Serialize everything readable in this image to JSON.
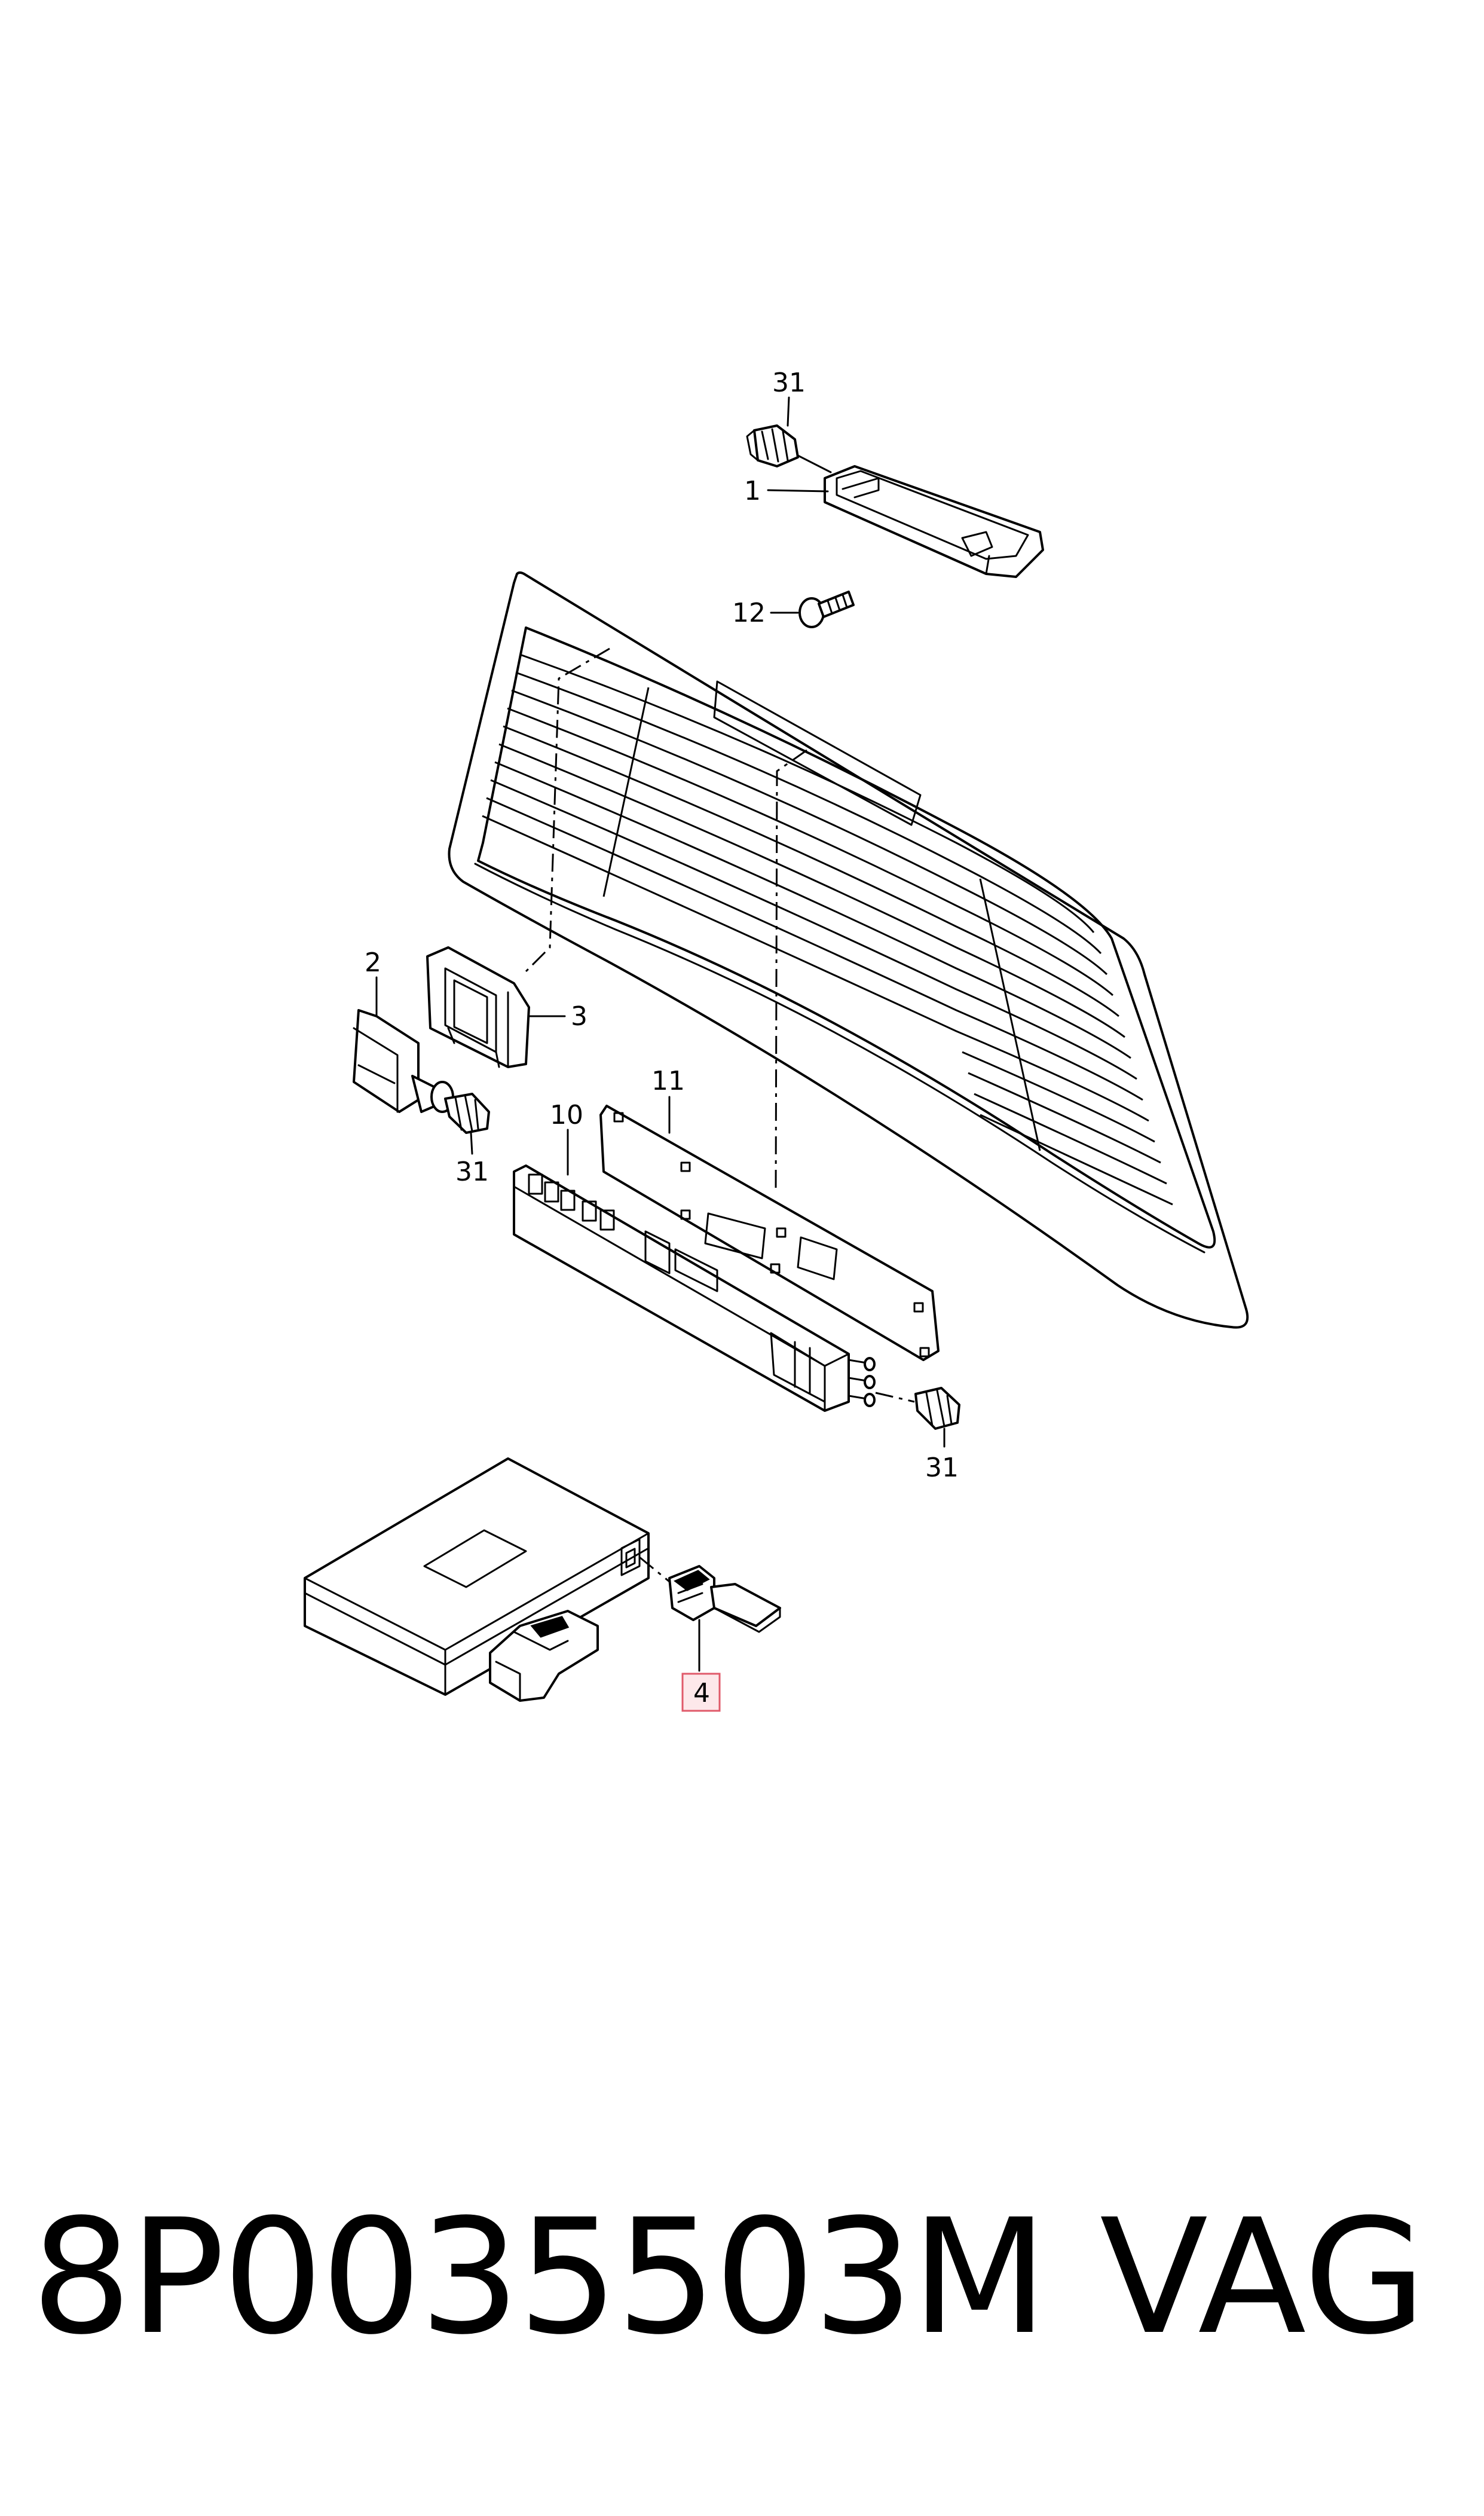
{
  "callouts": {
    "c31_top": "31",
    "c1": "1",
    "c12": "12",
    "c2": "2",
    "c3": "3",
    "c31_left": "31",
    "c11": "11",
    "c10": "10",
    "c31_right": "31",
    "c4": "4"
  },
  "highlight": {
    "callout": "4",
    "color": "#e05a6a"
  },
  "footer": {
    "part_number": "8P0035503M",
    "brand": "VAG"
  }
}
